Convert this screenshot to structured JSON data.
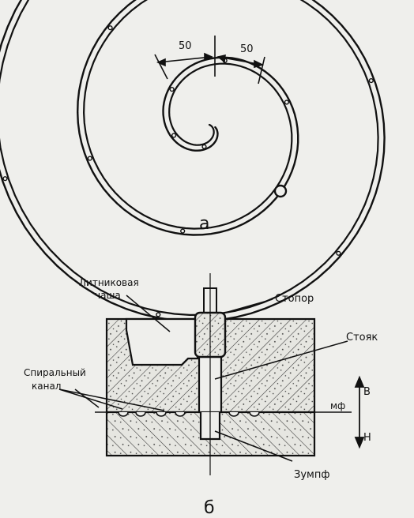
{
  "figure_a": {
    "caption": "а",
    "dim_left": "50",
    "dim_right": "50"
  },
  "figure_b": {
    "caption": "б",
    "labels": {
      "pouring_basin_line1": "Литниковая",
      "pouring_basin_line2": "чаша",
      "stopper": "Стопор",
      "sprue": "Стояк",
      "spiral_channel_line1": "Спиральный",
      "spiral_channel_line2": "канал",
      "parting_line": "мф",
      "top_mark": "В",
      "bottom_mark": "Н",
      "sump": "Зумпф"
    }
  },
  "colors": {
    "ink": "#111111",
    "paper": "#efefec",
    "sand": "#e6e6e1"
  }
}
